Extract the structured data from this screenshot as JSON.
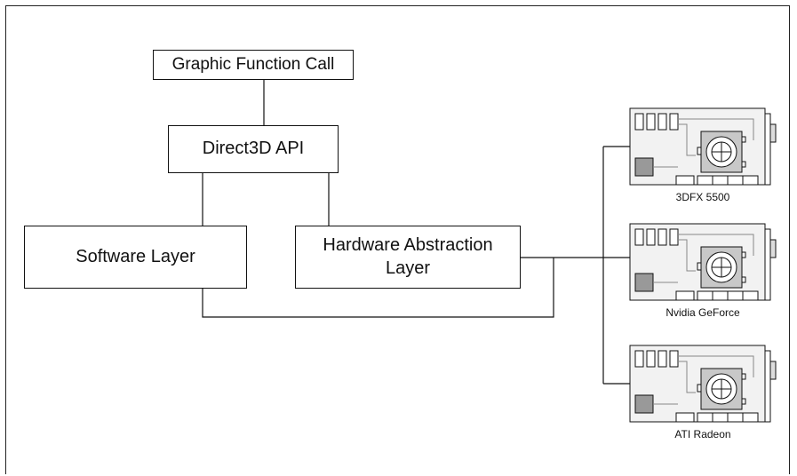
{
  "diagram": {
    "boxes": {
      "function_call": "Graphic Function Call",
      "direct3d": "Direct3D API",
      "software_layer": "Software Layer",
      "hal": "Hardware Abstraction\nLayer"
    },
    "cards": [
      {
        "label": "3DFX 5500",
        "icon": "graphics-card-icon"
      },
      {
        "label": "Nvidia GeForce",
        "icon": "graphics-card-icon"
      },
      {
        "label": "ATI Radeon",
        "icon": "graphics-card-icon"
      }
    ]
  },
  "colors": {
    "line": "#111111",
    "card_fill": "#f2f2f2",
    "chip_fill": "#999999"
  }
}
